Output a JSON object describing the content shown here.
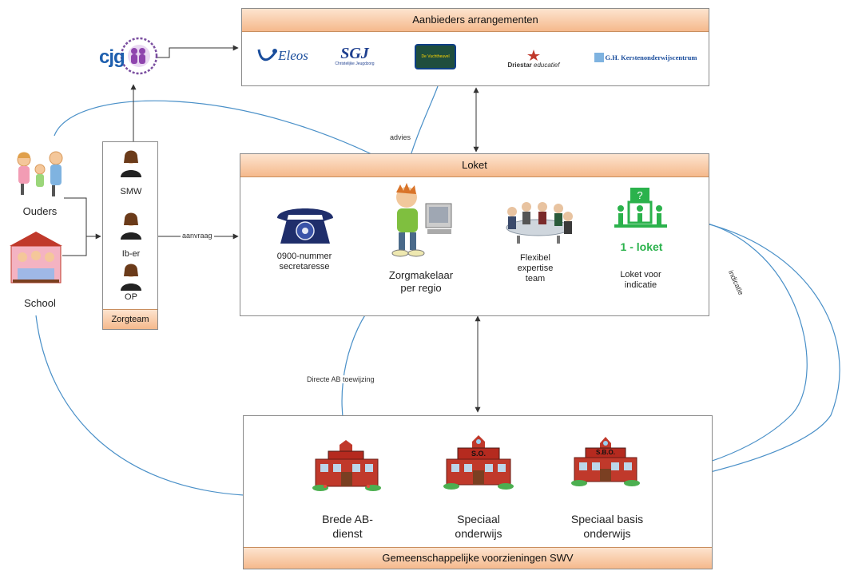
{
  "providers": {
    "title": "Aanbieders arrangementen",
    "logos": [
      {
        "name": "eleos-logo",
        "text": "Eleos"
      },
      {
        "name": "sgj-logo",
        "text": "SGJ",
        "sub": "Christelijke Jeugdzorg"
      },
      {
        "name": "vuchtheuvel-logo",
        "text": "De Vuchtheuvel"
      },
      {
        "name": "driestar-logo",
        "text": "Driestar",
        "sub": "educatief"
      },
      {
        "name": "kersten-logo",
        "text": "G.H. Kerstenonderwijscentrum"
      }
    ]
  },
  "cjg": {
    "text": "cjg"
  },
  "left": {
    "ouders": "Ouders",
    "school": "School"
  },
  "zorgteam": {
    "roles": [
      "SMW",
      "Ib-er",
      "OP"
    ],
    "footer": "Zorgteam"
  },
  "loket": {
    "title": "Loket",
    "phone": "0900-nummer\nsecretaresse",
    "zorgmakelaar": "Zorgmakelaar\nper regio",
    "expertise": "Flexibel\nexpertise\nteam",
    "one_loket_badge": "1 - loket",
    "indicatie_loket": "Loket voor\nindicatie"
  },
  "edges": {
    "advies": "advies",
    "aanvraag": "aanvraag",
    "indicatie": "indicatie",
    "directe_ab": "Directe AB toewijzing"
  },
  "swv": {
    "footer": "Gemeenschappelijke voorzieningen SWV",
    "schools": [
      {
        "sign": "",
        "label": "Brede AB-\ndienst"
      },
      {
        "sign": "S.O.",
        "label": "Speciaal\nonderwijs"
      },
      {
        "sign": "S.B.O.",
        "label": "Speciaal basis\nonderwijs"
      }
    ]
  },
  "colors": {
    "header": "#f5b98c",
    "connector": "#4a90c8",
    "arrow": "#333333"
  }
}
